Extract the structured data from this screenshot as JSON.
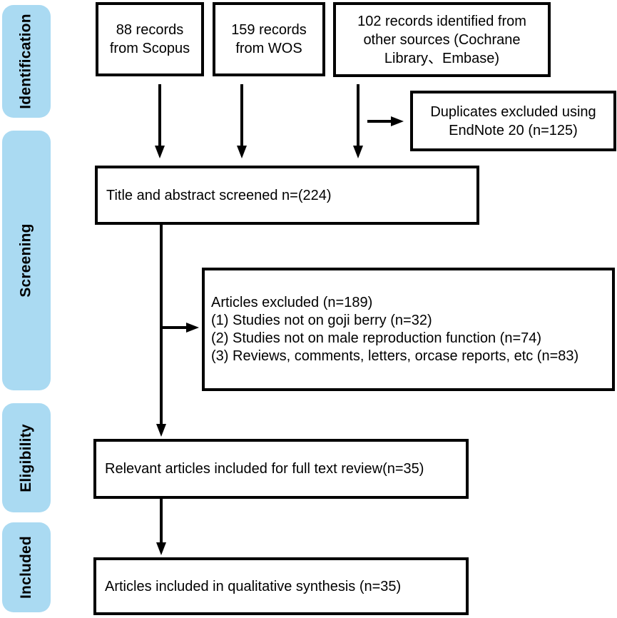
{
  "diagram_type": "prisma-flow",
  "sidebar": {
    "stages": [
      {
        "label": "Identification"
      },
      {
        "label": "Screening"
      },
      {
        "label": "Eligibility"
      },
      {
        "label": "Included"
      }
    ]
  },
  "boxes": {
    "scopus": {
      "text": "88 records\nfrom Scopus"
    },
    "wos": {
      "text": "159 records\nfrom WOS"
    },
    "other_sources": {
      "text": "102 records identified from\nother sources (Cochrane\nLibrary、Embase)"
    },
    "duplicates_excluded": {
      "text": "Duplicates excluded using\nEndNote 20 (n=125)"
    },
    "title_abstract_screened": {
      "text": "Title and abstract screened n=(224)"
    },
    "articles_excluded": {
      "lines": [
        "Articles excluded (n=189)",
        "(1) Studies not on goji berry (n=32)",
        "(2) Studies not on male reproduction function (n=74)",
        "(3) Reviews, comments, letters, orcase reports, etc (n=83)"
      ]
    },
    "full_text_review": {
      "text": "Relevant articles included for full text review(n=35)"
    },
    "qualitative_synthesis": {
      "text": "Articles included in qualitative synthesis (n=35)"
    }
  },
  "counts": {
    "scopus_records": 88,
    "wos_records": 159,
    "other_source_records": 102,
    "duplicates_removed": 125,
    "title_abstract_screened": 224,
    "articles_excluded_total": 189,
    "excluded_not_goji": 32,
    "excluded_not_male_reproduction": 74,
    "excluded_reviews_comments": 83,
    "full_text_reviewed": 35,
    "qualitative_synthesis_included": 35
  },
  "colors": {
    "stage_band": "#aadaf2",
    "box_border": "#000000",
    "arrow": "#000000",
    "background": "#ffffff",
    "text": "#000000"
  }
}
